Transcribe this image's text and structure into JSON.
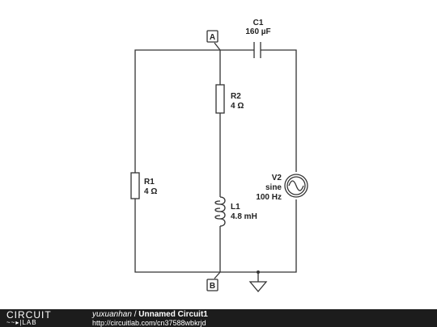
{
  "nodes": {
    "a": "A",
    "b": "B"
  },
  "components": {
    "c1": {
      "name": "C1",
      "value": "160 µF"
    },
    "r1": {
      "name": "R1",
      "value": "4 Ω"
    },
    "r2": {
      "name": "R2",
      "value": "4 Ω"
    },
    "l1": {
      "name": "L1",
      "value": "4.8 mH"
    },
    "v2": {
      "name": "V2",
      "type": "sine",
      "freq": "100 Hz"
    }
  },
  "footer": {
    "logo_top": "CIRCUIT",
    "logo_bottom": "LAB",
    "author": "yuxuanhan",
    "separator": " / ",
    "title": "Unnamed Circuit1",
    "url": "http://circuitlab.com/cn37588wbkrjd"
  },
  "colors": {
    "wire": "#333333",
    "footer_bg": "#1c1c1c"
  }
}
